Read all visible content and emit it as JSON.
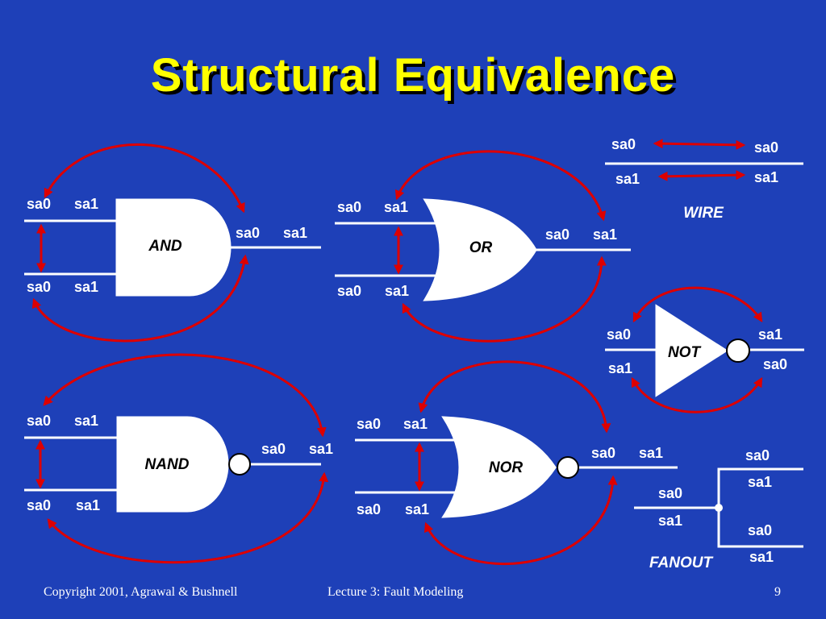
{
  "title": "Structural Equivalence",
  "colors": {
    "background": "#1e40b8",
    "title": "#ffff00",
    "arrows": "#dd0000",
    "lines": "#ffffff"
  },
  "gates": {
    "and": {
      "name": "AND",
      "in1": [
        "sa0",
        "sa1"
      ],
      "in2": [
        "sa0",
        "sa1"
      ],
      "out": [
        "sa0",
        "sa1"
      ]
    },
    "or": {
      "name": "OR",
      "in1": [
        "sa0",
        "sa1"
      ],
      "in2": [
        "sa0",
        "sa1"
      ],
      "out": [
        "sa0",
        "sa1"
      ]
    },
    "nand": {
      "name": "NAND",
      "in1": [
        "sa0",
        "sa1"
      ],
      "in2": [
        "sa0",
        "sa1"
      ],
      "out": [
        "sa0",
        "sa1"
      ]
    },
    "nor": {
      "name": "NOR",
      "in1": [
        "sa0",
        "sa1"
      ],
      "in2": [
        "sa0",
        "sa1"
      ],
      "out": [
        "sa0",
        "sa1"
      ]
    },
    "not": {
      "name": "NOT",
      "in": [
        "sa0",
        "sa1"
      ],
      "out": [
        "sa1",
        "sa0"
      ]
    }
  },
  "wire": {
    "caption": "WIRE",
    "left": [
      "sa0",
      "sa1"
    ],
    "right": [
      "sa0",
      "sa1"
    ]
  },
  "fanout": {
    "caption": "FANOUT",
    "stem": [
      "sa0",
      "sa1"
    ],
    "branch1": [
      "sa0",
      "sa1"
    ],
    "branch2": [
      "sa0",
      "sa1"
    ]
  },
  "footer": {
    "copyright": "Copyright 2001, Agrawal & Bushnell",
    "lecture": "Lecture 3: Fault Modeling",
    "page": "9"
  }
}
